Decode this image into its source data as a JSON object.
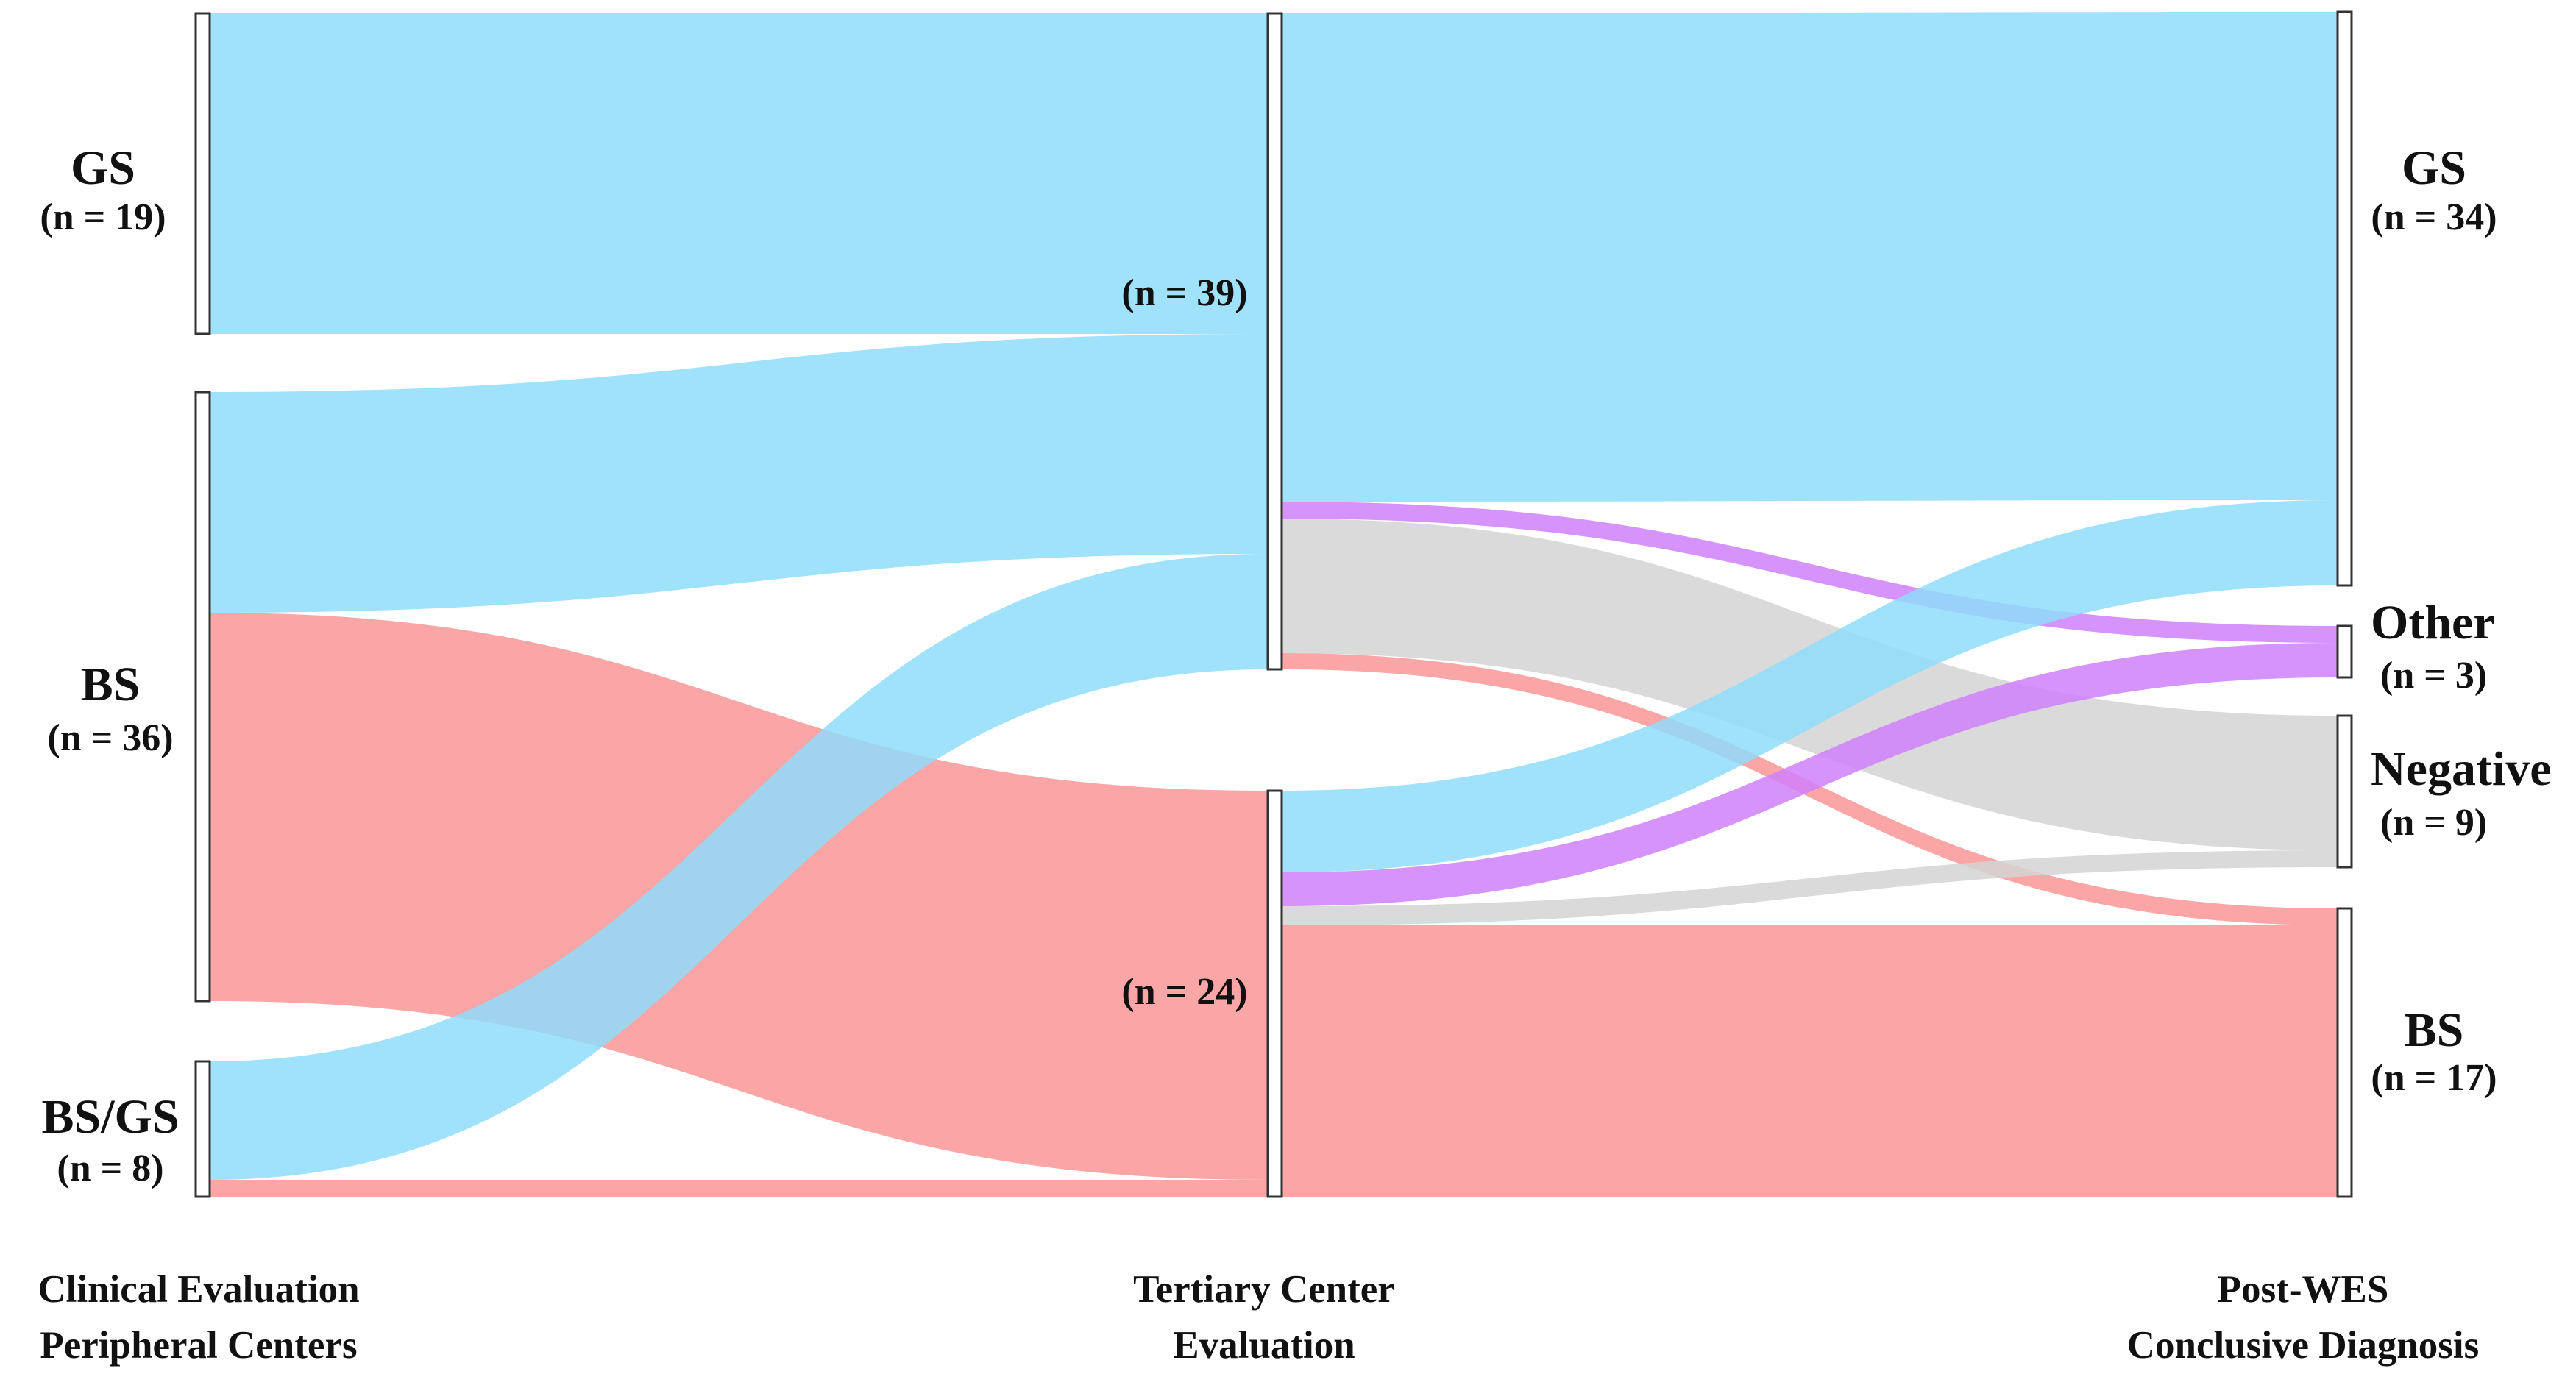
{
  "columns": [
    {
      "title_lines": [
        "Clinical Evaluation",
        "Peripheral Centers"
      ]
    },
    {
      "title_lines": [
        "Tertiary Center",
        "Evaluation"
      ]
    },
    {
      "title_lines": [
        "Post-WES",
        "Conclusive Diagnosis"
      ]
    }
  ],
  "nodes": [
    {
      "id": "c1_gs",
      "name": "GS",
      "count": "(n = 19)"
    },
    {
      "id": "c1_bs",
      "name": "BS",
      "count": "(n = 36)"
    },
    {
      "id": "c1_bsgs",
      "name": "BS/GS",
      "count": "(n = 8)"
    },
    {
      "id": "c2_gs",
      "name": "",
      "count": "(n = 39)"
    },
    {
      "id": "c2_bs",
      "name": "",
      "count": "(n = 24)"
    },
    {
      "id": "c3_gs",
      "name": "GS",
      "count": "(n = 34)"
    },
    {
      "id": "c3_other",
      "name": "Other",
      "count": "(n = 3)"
    },
    {
      "id": "c3_neg",
      "name": "Negative",
      "count": "(n = 9)"
    },
    {
      "id": "c3_bs",
      "name": "BS",
      "count": "(n = 17)"
    }
  ],
  "flows": [
    {
      "source": "c1_gs",
      "target": "c2_gs",
      "value": 19,
      "color": "#8fdcfa"
    },
    {
      "source": "c1_bs",
      "target": "c2_gs",
      "value": 13,
      "color": "#8fdcfa"
    },
    {
      "source": "c1_bs",
      "target": "c2_bs",
      "value": 23,
      "color": "#fa9696"
    },
    {
      "source": "c1_bsgs",
      "target": "c2_gs",
      "value": 7,
      "color": "#8fdcfa"
    },
    {
      "source": "c1_bsgs",
      "target": "c2_bs",
      "value": 1,
      "color": "#fa9696"
    },
    {
      "source": "c2_gs",
      "target": "c3_gs",
      "value": 29,
      "color": "#8fdcfa"
    },
    {
      "source": "c2_gs",
      "target": "c3_other",
      "value": 1,
      "color": "#cf80fa"
    },
    {
      "source": "c2_gs",
      "target": "c3_neg",
      "value": 8,
      "color": "#d4d4d4"
    },
    {
      "source": "c2_gs",
      "target": "c3_bs",
      "value": 1,
      "color": "#fa9696"
    },
    {
      "source": "c2_bs",
      "target": "c3_gs",
      "value": 5,
      "color": "#8fdcfa"
    },
    {
      "source": "c2_bs",
      "target": "c3_other",
      "value": 2,
      "color": "#cf80fa"
    },
    {
      "source": "c2_bs",
      "target": "c3_neg",
      "value": 1,
      "color": "#d4d4d4"
    },
    {
      "source": "c2_bs",
      "target": "c3_bs",
      "value": 16,
      "color": "#fa9696"
    }
  ]
}
